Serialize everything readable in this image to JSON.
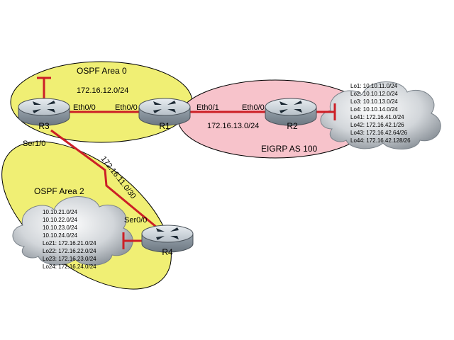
{
  "areas": {
    "ospf_area0": "OSPF Area 0",
    "ospf_area2": "OSPF Area 2",
    "eigrp": "EIGRP AS 100"
  },
  "colors": {
    "ospf_fill": "#f0ef74",
    "eigrp_fill": "#f7c3cb",
    "link": "#cc1f26",
    "router_body": "#a9b3bc"
  },
  "routers": {
    "r1": "R1",
    "r2": "R2",
    "r3": "R3",
    "r4": "R4"
  },
  "subnets": {
    "r3_r1": "172.16.12.0/24",
    "r1_r2": "172.16.13.0/24",
    "r3_r4": "172.16.11.0/30"
  },
  "interfaces": {
    "r3_eth00": "Eth0/0",
    "r1_eth00": "Eth0/0",
    "r1_eth01": "Eth0/1",
    "r2_eth00": "Eth0/0",
    "r3_ser10": "Ser1/0",
    "r4_ser00": "Ser0/0"
  },
  "r2_loopbacks": [
    "Lo1: 10.10.11.0/24",
    "Lo2: 10.10.12.0/24",
    "Lo3: 10.10.13.0/24",
    "Lo4: 10.10.14.0/24",
    "Lo41: 172.16.41.0/24",
    "Lo42: 172.16.42.1/26",
    "Lo43: 172.16.42.64/26",
    "Lo44: 172.16.42.128/26"
  ],
  "r4_loopbacks": [
    "10.10.21.0/24",
    "10.10.22.0/24",
    "10.10.23.0/24",
    "10.10.24.0/24",
    "Lo21: 172.16.21.0/24",
    "Lo22: 172.16.22.0/24",
    "Lo23: 172.16.23.0/24",
    "Lo24: 172.16.24.0/24"
  ]
}
